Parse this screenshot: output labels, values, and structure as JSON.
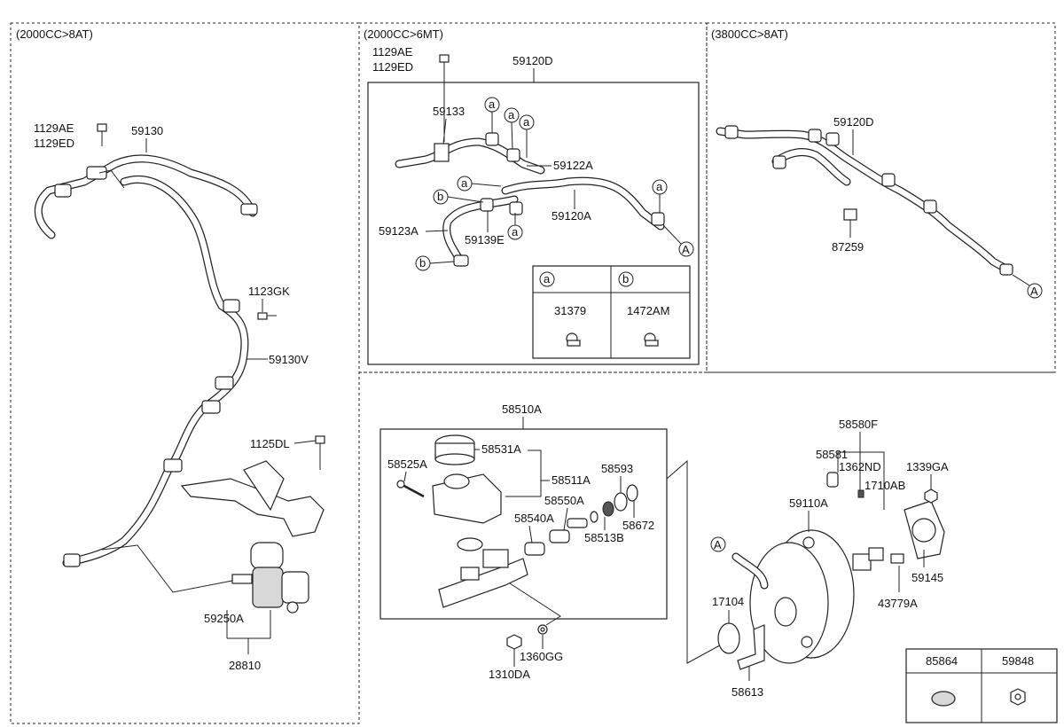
{
  "sections": {
    "s1": "(2000CC>8AT)",
    "s2": "(2000CC>6MT)",
    "s3": "(3800CC>8AT)"
  },
  "labels": {
    "l1129ae_1": "1129AE",
    "l1129ed_1": "1129ED",
    "l59130": "59130",
    "l1123gk": "1123GK",
    "l59130v": "59130V",
    "l1125dl": "1125DL",
    "l59250a": "59250A",
    "l28810": "28810",
    "l1129ae_2": "1129AE",
    "l1129ed_2": "1129ED",
    "l59120d_2": "59120D",
    "l59133": "59133",
    "l59122a": "59122A",
    "l59120a": "59120A",
    "l59123a": "59123A",
    "l59139e": "59139E",
    "l59120d_3": "59120D",
    "l87259": "87259",
    "l58510a": "58510A",
    "l58525a": "58525A",
    "l58531a": "58531A",
    "l58511a": "58511A",
    "l58593": "58593",
    "l58550a": "58550A",
    "l58540a": "58540A",
    "l58672": "58672",
    "l58513b": "58513B",
    "l1360gg": "1360GG",
    "l1310da": "1310DA",
    "l58580f": "58580F",
    "l58581": "58581",
    "l1362nd": "1362ND",
    "l1339ga": "1339GA",
    "l1710ab": "1710AB",
    "l59110a": "59110A",
    "l59145": "59145",
    "l43779a": "43779A",
    "l17104": "17104",
    "l58613": "58613"
  },
  "callouts": {
    "a": "a",
    "b": "b",
    "A": "A"
  },
  "legend_ab": {
    "col_a": "a",
    "col_b": "b",
    "part_a": "31379",
    "part_b": "1472AM"
  },
  "legend_parts": {
    "p1": "85864",
    "p2": "59848"
  }
}
